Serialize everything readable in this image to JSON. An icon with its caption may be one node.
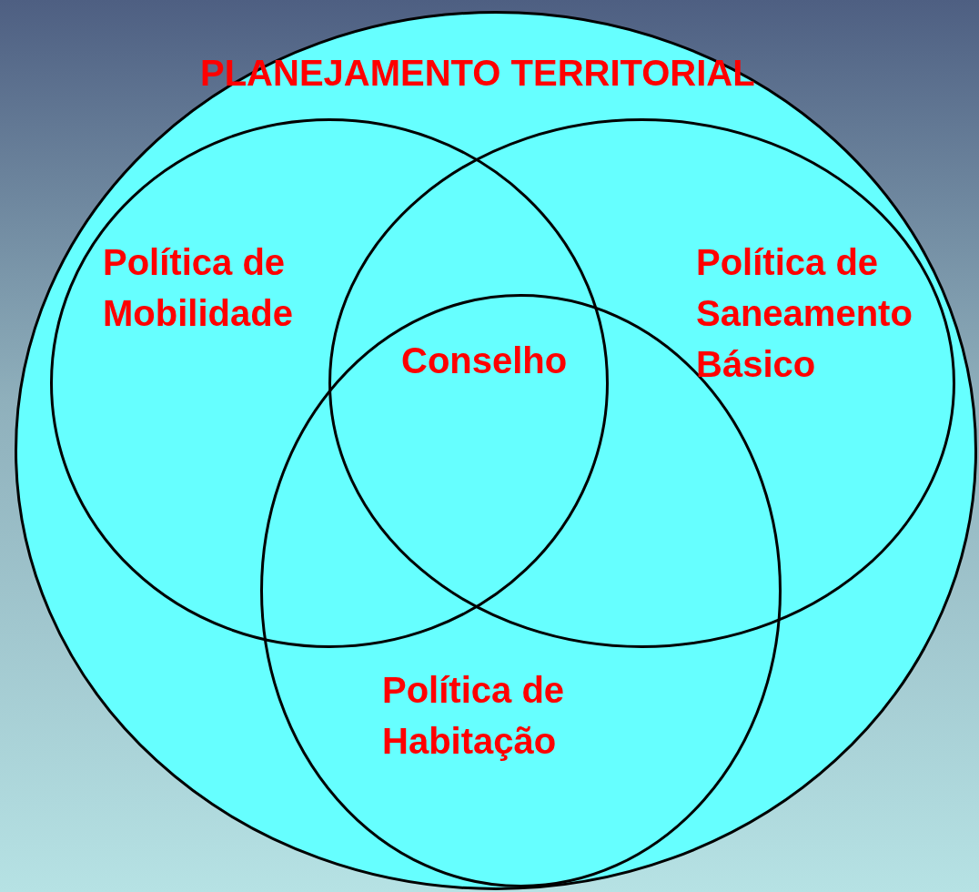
{
  "diagram": {
    "nodes": [
      {
        "text": [
          "PLANEJAMENTO TERRITORIAL"
        ]
      },
      {
        "text": [
          "Política de Mobilidade"
        ],
        "in": 0
      },
      {
        "text": [
          "Política de Saneamento Básico"
        ],
        "in": 0
      },
      {
        "text": [
          "Política de Habitação"
        ],
        "in": 0
      }
    ],
    "labels": [
      "Conselho"
    ]
  }
}
